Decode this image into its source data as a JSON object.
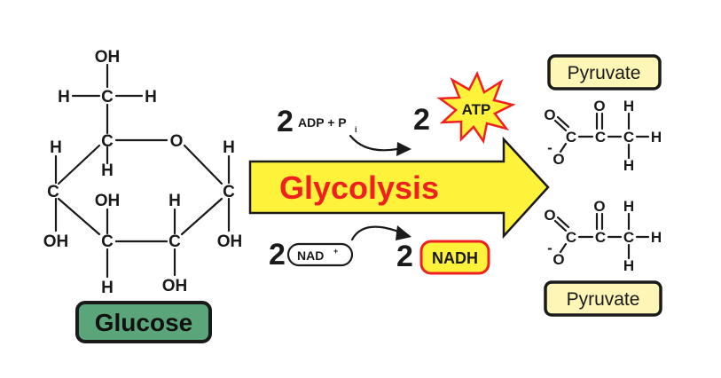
{
  "colors": {
    "arrow_fill": "#fff23a",
    "title_red": "#ef2020",
    "atp_star_fill": "#fff23a",
    "atp_star_stroke": "#ef2020",
    "nadh_fill": "#fff23a",
    "nadh_stroke": "#ef2020",
    "pyruvate_fill": "#fdf6b6",
    "glucose_fill": "#5aa57a"
  },
  "glucose": {
    "label": "Glucose",
    "atoms": {
      "oh": "OH",
      "h": "H",
      "c": "C",
      "o": "O"
    }
  },
  "process": {
    "title": "Glycolysis"
  },
  "inputs": {
    "adp": {
      "coef": "2",
      "text": "ADP + P",
      "sub": "i"
    },
    "nad": {
      "coef": "2",
      "text": "NAD",
      "sup": "+"
    }
  },
  "outputs": {
    "atp": {
      "coef": "2",
      "text": "ATP"
    },
    "nadh": {
      "coef": "2",
      "text": "NADH"
    }
  },
  "pyruvate": {
    "label": "Pyruvate",
    "atoms": {
      "o": "O",
      "c": "C",
      "h": "H",
      "minus": "-"
    }
  }
}
